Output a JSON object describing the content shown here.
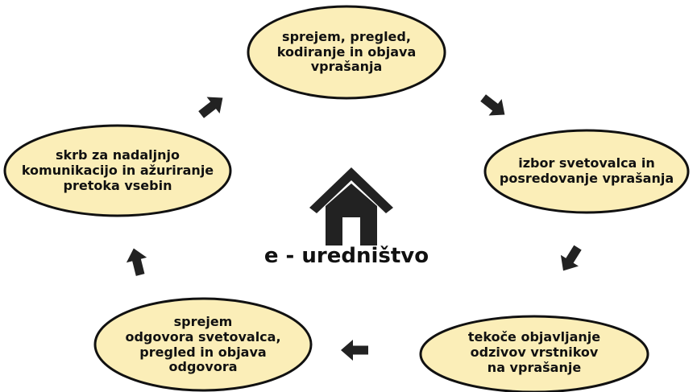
{
  "center": {
    "label": "e - uredništvo",
    "icon": "house-icon"
  },
  "nodes": [
    {
      "text": "sprejem, pregled,\nkodiranje in objava\nvprašanja"
    },
    {
      "text": "izbor svetovalca in\nposredovanje vprašanja"
    },
    {
      "text": "tekoče objavljanje\nodzivov vrstnikov\nna vprašanje"
    },
    {
      "text": "sprejem\nodgovora svetovalca,\npregled in objava\nodgovora"
    },
    {
      "text": "skrb za nadaljnjo\nkomunikacijo in ažuriranje\npretoka vsebin"
    }
  ],
  "colors": {
    "node_fill": "#fbeeb8",
    "node_stroke": "#111111",
    "arrow": "#222222",
    "house": "#222222"
  }
}
